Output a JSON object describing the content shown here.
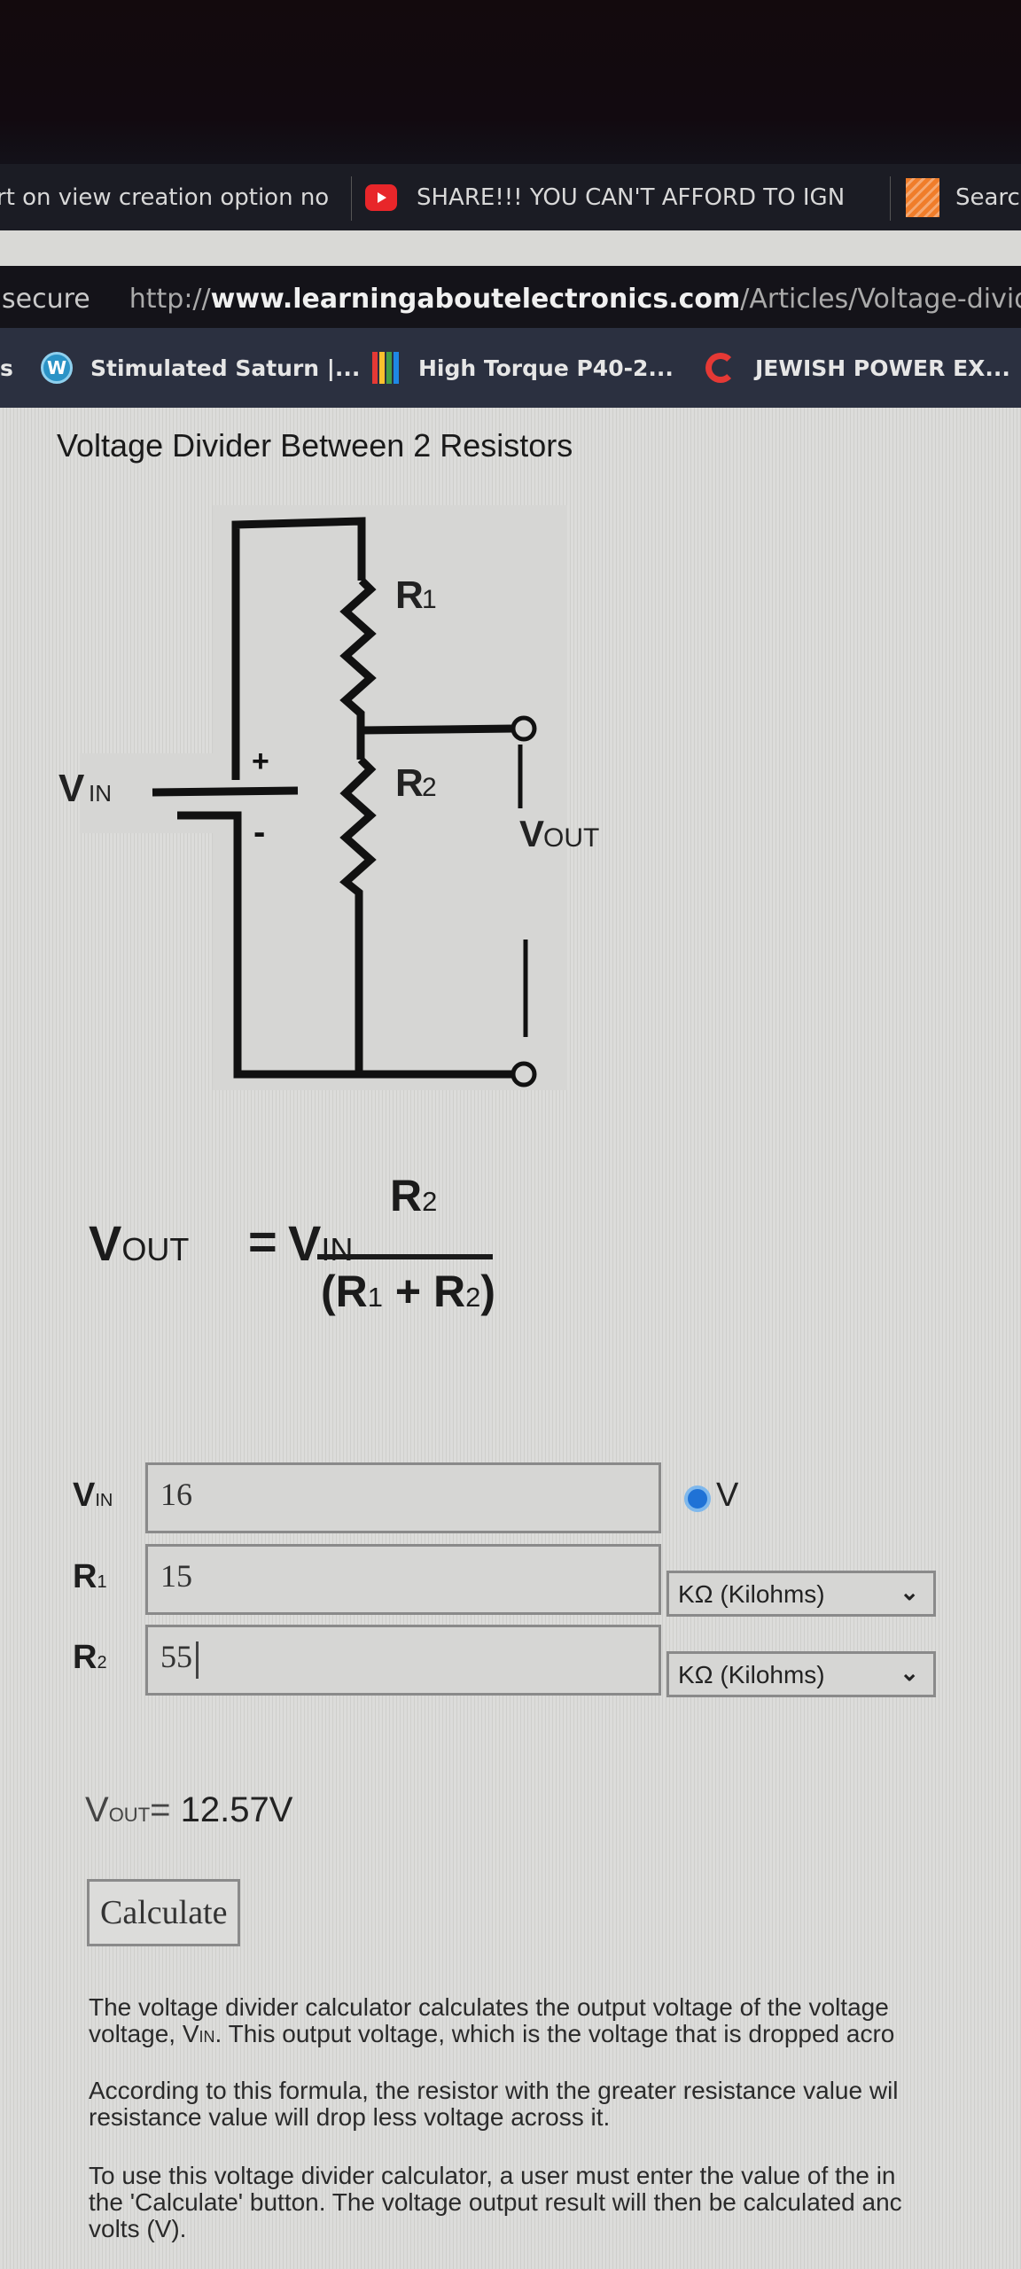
{
  "browser": {
    "tabs": [
      {
        "label": "rt on view creation option no",
        "icon": "none"
      },
      {
        "label": "SHARE!!! YOU CAN'T AFFORD TO IGN",
        "icon": "youtube-icon"
      },
      {
        "label": "Searc",
        "icon": "home-depot-icon"
      }
    ],
    "url": {
      "security": "secure",
      "protocol": "http://",
      "domain": "www.learningaboutelectronics.com",
      "path": "/Articles/Voltage-divide"
    },
    "bookmarks": [
      {
        "label": "s",
        "icon": "none"
      },
      {
        "label": "Stimulated Saturn |...",
        "icon": "wordpress-icon"
      },
      {
        "label": "High Torque P40-2...",
        "icon": "color-bars-icon"
      },
      {
        "label": "JEWISH POWER EX...",
        "icon": "c-logo-icon"
      }
    ]
  },
  "page": {
    "title": "Voltage Divider Between 2 Resistors",
    "diagram": {
      "vin_label": "V",
      "vin_sub": "IN",
      "plus": "+",
      "minus": "-",
      "r1_label": "R",
      "r1_sub": "1",
      "r2_label": "R",
      "r2_sub": "2",
      "vout_label": "V",
      "vout_sub": "OUT"
    },
    "formula": {
      "lhs": "V",
      "lhs_sub": "OUT",
      "equals": "=",
      "vin": "V",
      "vin_sub": "IN",
      "numerator": "R",
      "numerator_sub": "2",
      "den_open": "(R",
      "den_sub1": "1",
      "den_plus": " + R",
      "den_sub2": "2",
      "den_close": ")"
    },
    "calculator": {
      "vin": {
        "label": "V",
        "sub": "IN",
        "value": "16",
        "unit": "V"
      },
      "r1": {
        "label": "R",
        "sub": "1",
        "value": "15",
        "unit": "KΩ (Kilohms)"
      },
      "r2": {
        "label": "R",
        "sub": "2",
        "value": "55",
        "unit": "KΩ (Kilohms)"
      },
      "result_label": "V",
      "result_sub": "OUT",
      "result_eq": "=",
      "result_value": " 12.57V",
      "button": "Calculate"
    },
    "paragraphs": [
      "The voltage divider calculator calculates the output voltage of the voltage",
      "voltage, ",
      "IN",
      ". This output voltage, which is the voltage that is dropped acro",
      "According to this formula, the resistor with the greater resistance value wil",
      "resistance value will drop less voltage across it.",
      "To use this voltage divider calculator, a user must enter the value of the in",
      "the 'Calculate' button. The voltage output result will then be calculated anc",
      "volts (V)."
    ],
    "para_v": "V"
  },
  "colors": {
    "accent_radio": "#1f72d6",
    "youtube": "#e8262a",
    "circuit": "#111111"
  }
}
